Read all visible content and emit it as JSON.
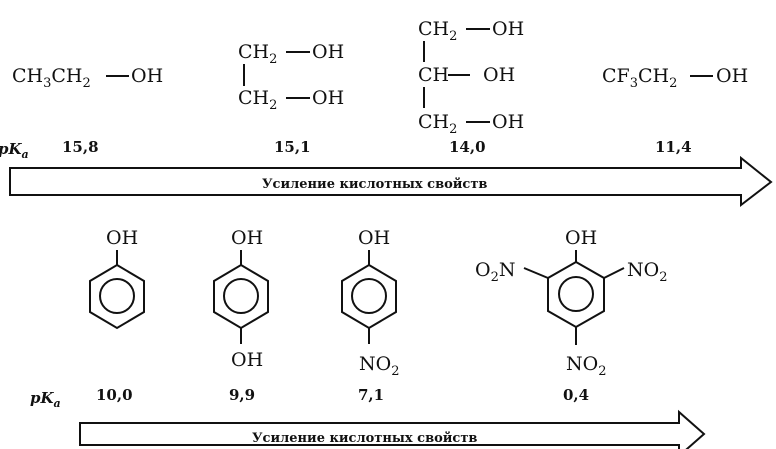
{
  "alcohols": {
    "ethanol": {
      "formula_main": "CH",
      "sub3": "3",
      "ch": "CH",
      "sub2": "2",
      "oh": "OH"
    },
    "ethylene_glycol": {
      "top_ch": "CH",
      "top_sub": "2",
      "top_oh": "OH",
      "bot_ch": "CH",
      "bot_sub": "2",
      "bot_oh": "OH"
    },
    "glycerol": {
      "top_ch": "CH",
      "top_sub": "2",
      "top_oh": "OH",
      "mid_ch": "CH",
      "mid_oh": "OH",
      "bot_ch": "CH",
      "bot_sub": "2",
      "bot_oh": "OH"
    },
    "trifluoroethanol": {
      "cf": "CF",
      "sub3": "3",
      "ch": "CH",
      "sub2": "2",
      "oh": "OH"
    }
  },
  "row1": {
    "pka_label": "pK",
    "pka_sub": "a",
    "values": [
      "15,8",
      "15,1",
      "14,0",
      "11,4"
    ],
    "arrow_label": "Усиление кислотных свойств"
  },
  "phenols": {
    "phenol": {
      "top": "OH"
    },
    "hydroquinone": {
      "top": "OH",
      "bottom": "OH"
    },
    "nitrophenol": {
      "top": "OH",
      "bottom": "NO",
      "bottom_sub": "2"
    },
    "picric_acid": {
      "top": "OH",
      "left": "O",
      "left_sub": "2",
      "left_n": "N",
      "right": "NO",
      "right_sub": "2",
      "bottom": "NO",
      "bottom_sub": "2"
    }
  },
  "row2": {
    "pka_label": "pK",
    "pka_sub": "a",
    "values": [
      "10,0",
      "9,9",
      "7,1",
      "0,4"
    ],
    "arrow_label": "Усиление кислотных свойств"
  }
}
